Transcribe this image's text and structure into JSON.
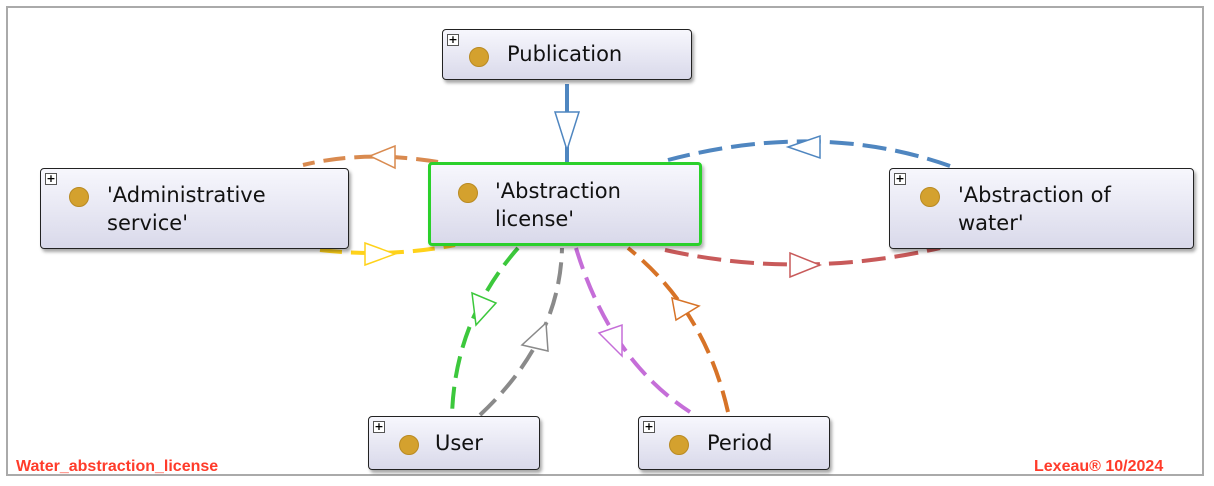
{
  "nodes": {
    "publication": "Publication",
    "administrative_service_1": "'Administrative",
    "administrative_service_2": "service'",
    "abstraction_license_1": "'Abstraction",
    "abstraction_license_2": "license'",
    "abstraction_of_water_1": "'Abstraction of",
    "abstraction_of_water_2": "water'",
    "user": "User",
    "period": "Period"
  },
  "expand_glyph": "+",
  "footer": {
    "diagram_name": "Water_abstraction_license",
    "copyright": "Lexeau® 10/2024"
  },
  "colors": {
    "subclass_edge": "#4f86c0",
    "admin_to_license": "#ffd21a",
    "license_to_admin": "#d98a4f",
    "license_to_water": "#c85a5a",
    "water_to_license": "#4f86c0",
    "license_to_user": "#3cc83c",
    "user_to_license": "#8a8a8a",
    "license_to_period": "#c56ed8",
    "period_to_license": "#d77327",
    "selected_border": "#2bd02b",
    "footer_text": "#ff3b2a",
    "class_dot": "#d4a12e"
  }
}
